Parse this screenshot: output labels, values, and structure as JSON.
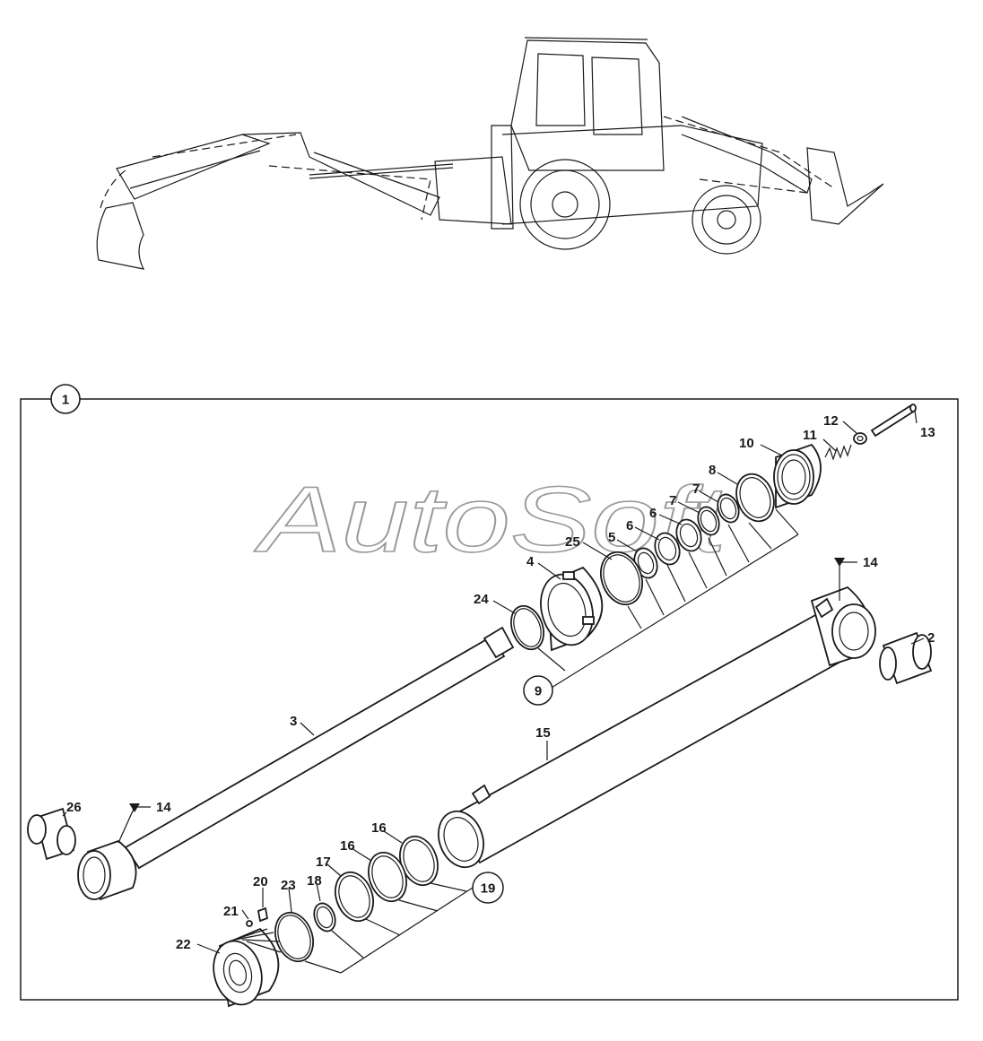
{
  "watermark": "AutoSoft",
  "assembly_callout": "1",
  "part_labels": {
    "p2": "2",
    "p3": "3",
    "p4": "4",
    "p5": "5",
    "p6a": "6",
    "p6b": "6",
    "p7a": "7",
    "p7b": "7",
    "p8": "8",
    "p10": "10",
    "p11": "11",
    "p12": "12",
    "p13": "13",
    "p14a": "14",
    "p14b": "14",
    "p15": "15",
    "p16a": "16",
    "p16b": "16",
    "p17": "17",
    "p18": "18",
    "p20": "20",
    "p21": "21",
    "p22": "22",
    "p23": "23",
    "p24": "24",
    "p25": "25",
    "p26": "26"
  },
  "kit_callouts": {
    "k9": "9",
    "k19": "19"
  }
}
